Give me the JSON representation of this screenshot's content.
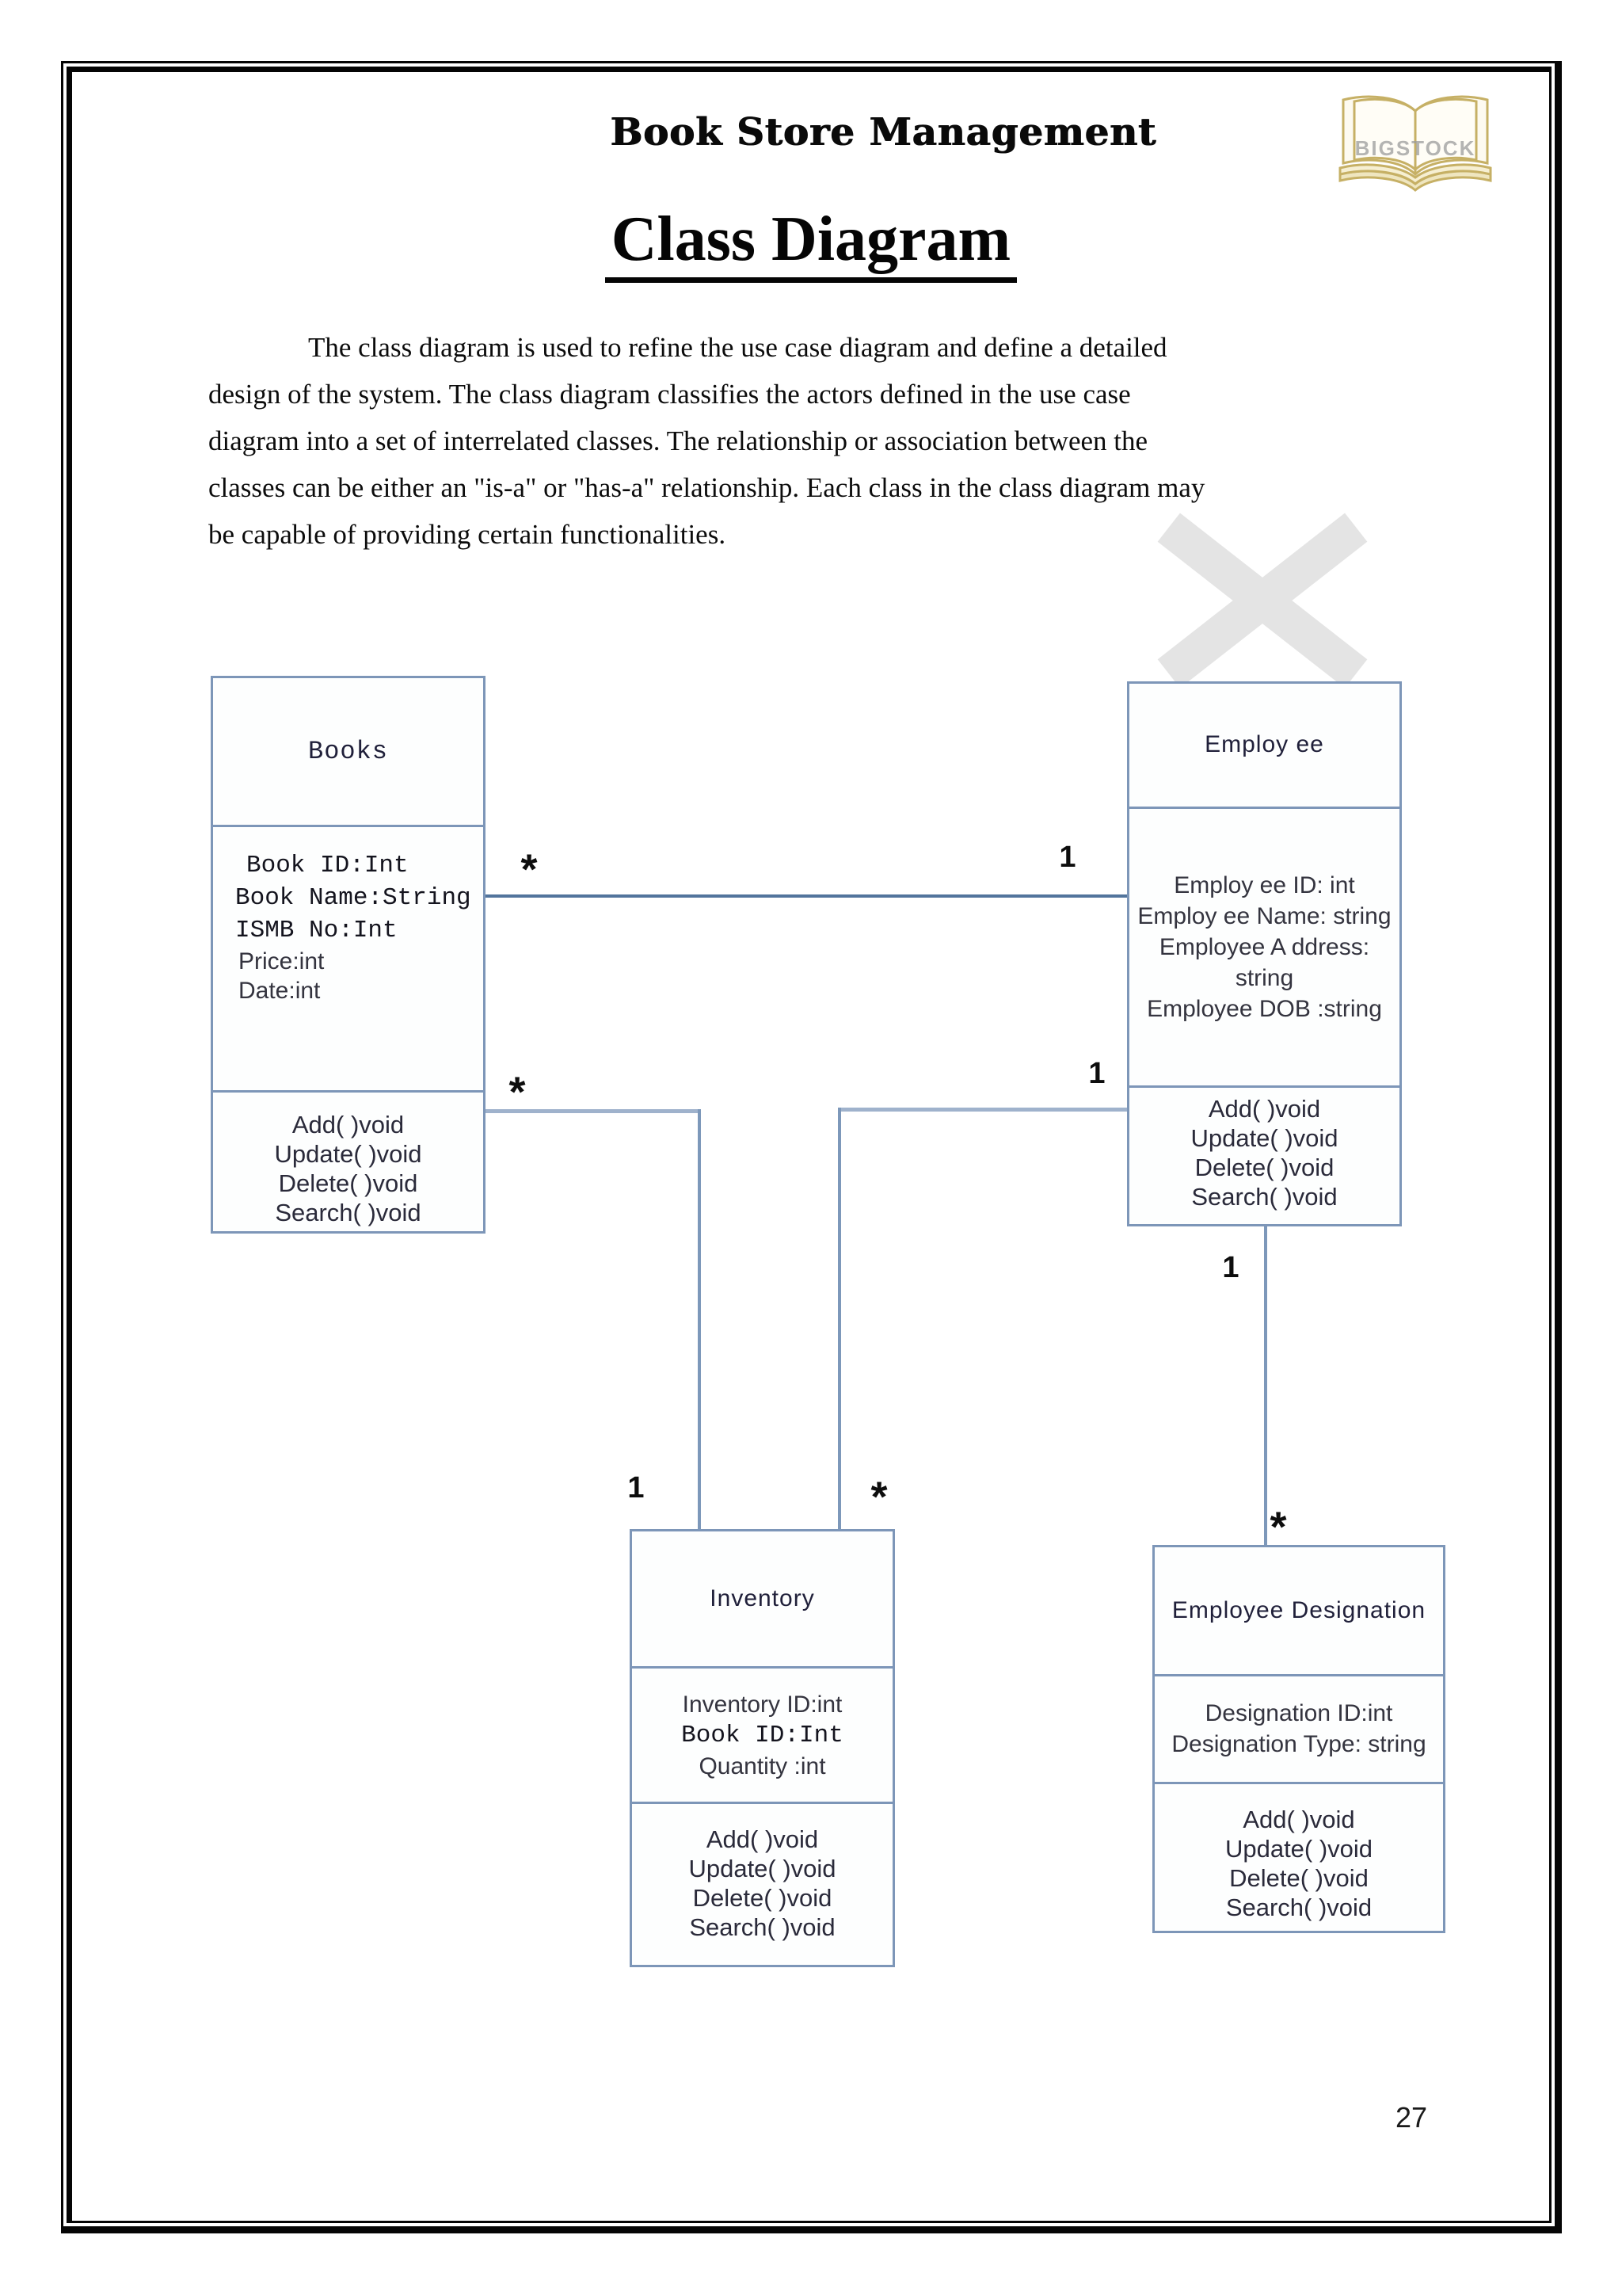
{
  "header": {
    "title": "Book Store Management"
  },
  "logo": {
    "watermark_text": "BIGSTOCK"
  },
  "title": {
    "text": "Class Diagram"
  },
  "paragraph": {
    "lines": [
      "The class diagram is used to refine the use case diagram and define a detailed",
      "design of the system. The class diagram classifies the actors defined in the use case",
      "diagram into a set of interrelated classes. The relationship or association between the",
      "classes can be either an \"is-a\" or \"has-a\" relationship. Each class in the class diagram may",
      "be capable of providing certain functionalities."
    ]
  },
  "diagram": {
    "classes": [
      {
        "name": "Books",
        "title": "Books",
        "attributes": [
          "Book ID:Int",
          "Book Name:String",
          "ISMB No:Int",
          "Price:int",
          "Date:int"
        ],
        "methods": [
          "Add( )void",
          "Update( )void",
          "Delete( )void",
          "Search( )void"
        ]
      },
      {
        "name": "Employee",
        "title": "Employ ee",
        "attributes": [
          "Employ ee ID: int",
          "Employ ee Name: string",
          "Employee A ddress: string",
          "Employee DOB :string"
        ],
        "methods": [
          "Add( )void",
          "Update( )void",
          "Delete( )void",
          "Search( )void"
        ]
      },
      {
        "name": "Inventory",
        "title": "Inventory",
        "attributes": [
          "Inventory ID:int",
          "Book ID:Int",
          "Quantity :int"
        ],
        "methods": [
          "Add( )void",
          "Update( )void",
          "Delete( )void",
          "Search( )void"
        ]
      },
      {
        "name": "Employee Designation",
        "title": "Employee Designation",
        "attributes": [
          "Designation ID:int",
          "Designation Type: string"
        ],
        "methods": [
          "Add( )void",
          "Update( )void",
          "Delete( )void",
          "Search( )void"
        ]
      }
    ],
    "multiplicities": [
      {
        "id": "books-employee-books-end",
        "value": "*"
      },
      {
        "id": "books-employee-employee-end",
        "value": "1"
      },
      {
        "id": "books-inventory-books-end",
        "value": "*"
      },
      {
        "id": "books-inventory-inventory-end",
        "value": "1"
      },
      {
        "id": "employee-inventory-employee-end",
        "value": "1"
      },
      {
        "id": "employee-inventory-inventory-end",
        "value": "*"
      },
      {
        "id": "employee-designation-employee-end",
        "value": "1"
      },
      {
        "id": "employee-designation-designation-end",
        "value": "*"
      }
    ]
  },
  "page": {
    "number": "27"
  },
  "colors": {
    "frame": "#050505",
    "box_border": "#7d96b8",
    "association_dark": "#52749c",
    "association_light": "#9fb2cc",
    "association_vertical": "#7d98ba",
    "logo_tan": "#c6b065",
    "watermark_gray": "#cfcfcf"
  }
}
